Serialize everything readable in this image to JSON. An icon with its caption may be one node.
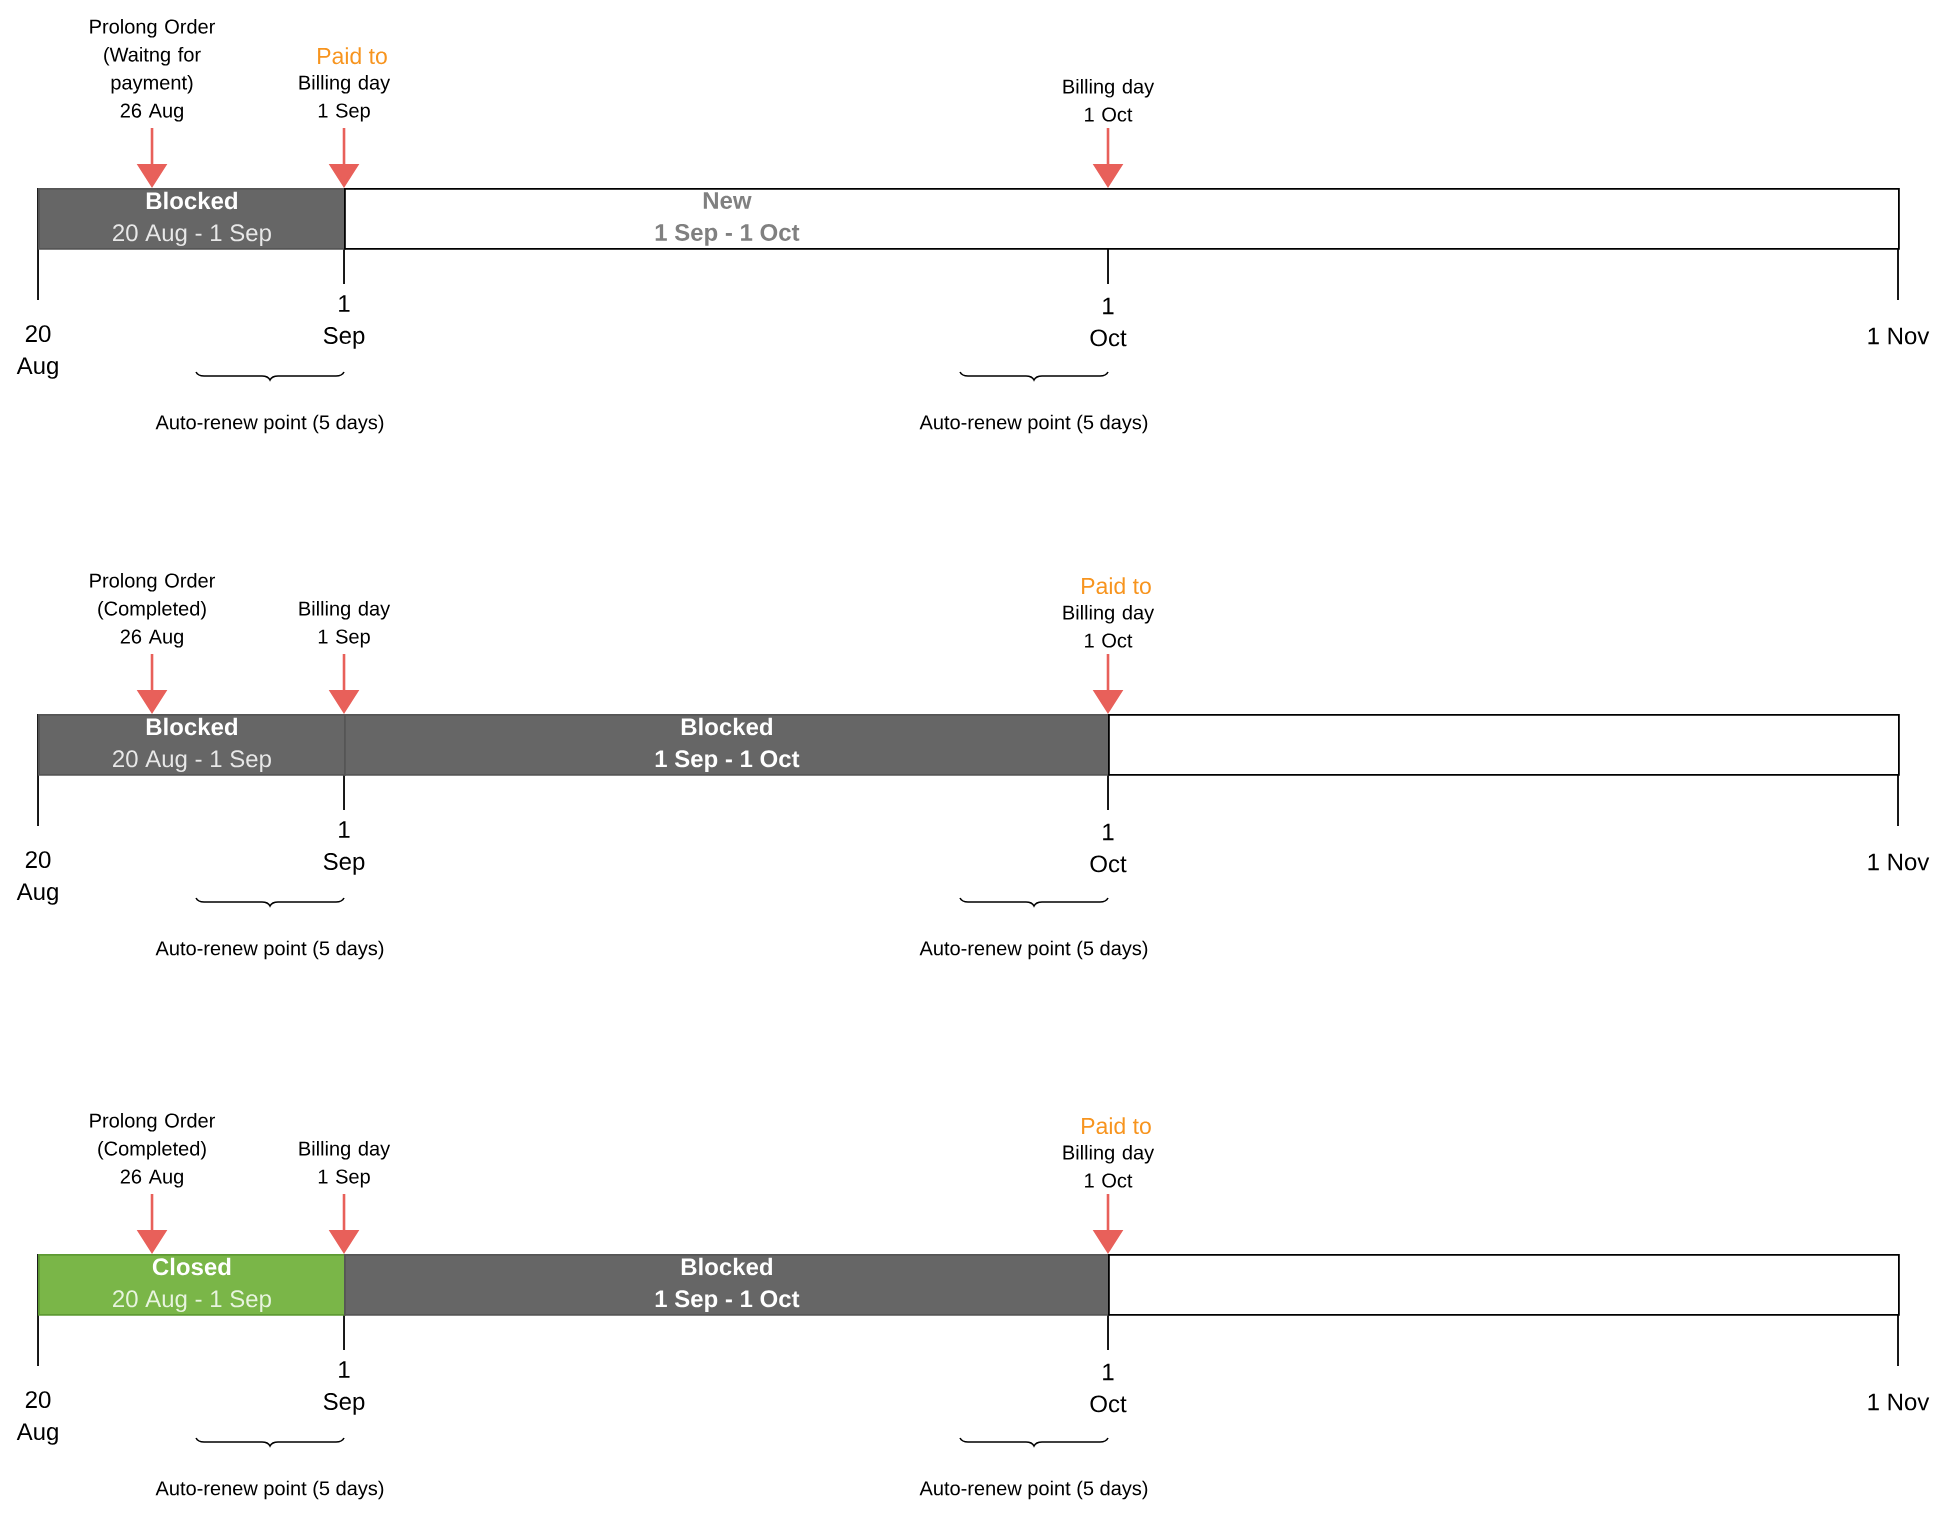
{
  "diagram": {
    "nodes": [
      {
        "text": [
          "Prolong Order (Waitng for payment) 26 Aug"
        ]
      },
      {
        "text": [
          "Billing day 1 Sep"
        ],
        "beside": [
          "Paid to"
        ]
      },
      {
        "text": [
          "Billing day 1 Oct"
        ]
      },
      {
        "text": [
          "Blocked",
          "20 Aug - 1 Sep"
        ]
      },
      {
        "text": [
          "New",
          "1 Sep - 1 Oct"
        ]
      },
      {
        "text": [
          "Prolong Order (Completed) 26 Aug"
        ]
      },
      {
        "text": [
          "Billing day 1 Sep"
        ]
      },
      {
        "text": [
          "Billing day 1 Oct"
        ],
        "beside": [
          "Paid to"
        ]
      },
      {
        "text": [
          "Blocked",
          "20 Aug - 1 Sep"
        ]
      },
      {
        "text": [
          "Blocked",
          "1 Sep - 1 Oct"
        ]
      },
      {
        "text": [],
        "shape": "box"
      },
      {
        "text": [
          "Prolong Order (Completed) 26 Aug"
        ]
      },
      {
        "text": [
          "Billing day 1 Sep"
        ]
      },
      {
        "text": [
          "Billing day 1 Oct"
        ],
        "beside": [
          "Paid to"
        ]
      },
      {
        "text": [
          "Closed",
          "20 Aug - 1 Sep"
        ]
      },
      {
        "text": [
          "Blocked",
          "1 Sep - 1 Oct"
        ]
      },
      {
        "text": [],
        "shape": "box"
      }
    ],
    "edges": [
      {
        "from": 0,
        "to": 3,
        "arrow": "to"
      },
      {
        "from": 1,
        "to": 4,
        "arrow": "to"
      },
      {
        "from": 2,
        "to": 4,
        "arrow": "to"
      },
      {
        "from": 5,
        "to": 8,
        "arrow": "to"
      },
      {
        "from": 6,
        "to": 9,
        "arrow": "to"
      },
      {
        "from": 7,
        "to": 10,
        "arrow": "to"
      },
      {
        "from": 11,
        "to": 14,
        "arrow": "to"
      },
      {
        "from": 12,
        "to": 15,
        "arrow": "to"
      },
      {
        "from": 13,
        "to": 16,
        "arrow": "to"
      }
    ],
    "labels": [
      "20 Aug",
      "1 Sep",
      "1 Oct",
      "1 Nov",
      "Auto-renew point (5 days)",
      "Auto-renew point (5 days)",
      "20 Aug",
      "1 Sep",
      "1 Oct",
      "1 Nov",
      "Auto-renew point (5 days)",
      "Auto-renew point (5 days)",
      "20 Aug",
      "1 Sep",
      "1 Oct",
      "1 Nov",
      "Auto-renew point (5 days)",
      "Auto-renew point (5 days)"
    ]
  }
}
